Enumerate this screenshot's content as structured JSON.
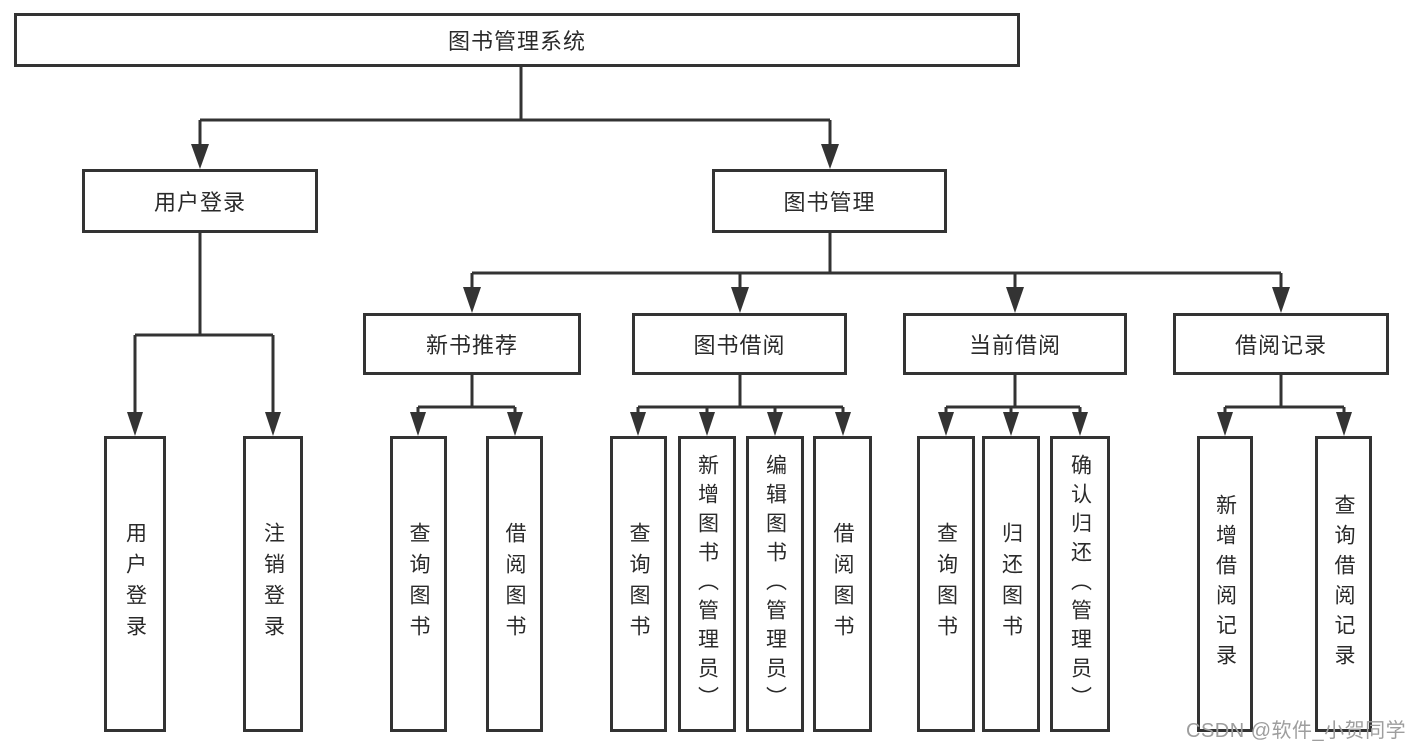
{
  "colors": {
    "line": "#333333",
    "text": "#2a2a2a",
    "watermark": "#9e9e9e",
    "background": "#ffffff"
  },
  "watermark": {
    "text": "CSDN @软件_小贺同学"
  },
  "tree": {
    "root": {
      "label": "图书管理系统"
    },
    "children": [
      {
        "label": "用户登录",
        "children": [
          {
            "label": "用户登录"
          },
          {
            "label": "注销登录"
          }
        ]
      },
      {
        "label": "图书管理",
        "children": [
          {
            "label": "新书推荐",
            "children": [
              {
                "label": "查询图书"
              },
              {
                "label": "借阅图书"
              }
            ]
          },
          {
            "label": "图书借阅",
            "children": [
              {
                "label": "查询图书"
              },
              {
                "label": "新增图书（管理员）"
              },
              {
                "label": "编辑图书（管理员）"
              },
              {
                "label": "借阅图书"
              }
            ]
          },
          {
            "label": "当前借阅",
            "children": [
              {
                "label": "查询图书"
              },
              {
                "label": "归还图书"
              },
              {
                "label": "确认归还（管理员）"
              }
            ]
          },
          {
            "label": "借阅记录",
            "children": [
              {
                "label": "新增借阅记录"
              },
              {
                "label": "查询借阅记录"
              }
            ]
          }
        ]
      }
    ]
  }
}
